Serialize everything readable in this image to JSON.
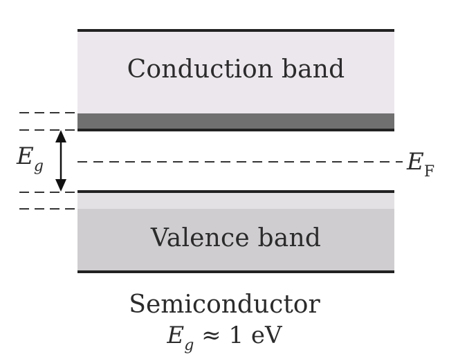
{
  "diagram": {
    "conduction_band_label": "Conduction band",
    "valence_band_label": "Valence band",
    "gap_symbol": {
      "main": "E",
      "sub": "g"
    },
    "fermi_symbol": {
      "main": "E",
      "sub": "F"
    },
    "caption": {
      "title": "Semiconductor",
      "formula_main": "E",
      "formula_sub": "g",
      "formula_rest": " ≈ 1 eV"
    }
  },
  "colors": {
    "conduction_fill": "#ebe7ec",
    "conduction_filled_edge": "#717071",
    "valence_fill": "#cfcdd0",
    "valence_top_strip": "#e3e1e4",
    "line": "#222222"
  }
}
